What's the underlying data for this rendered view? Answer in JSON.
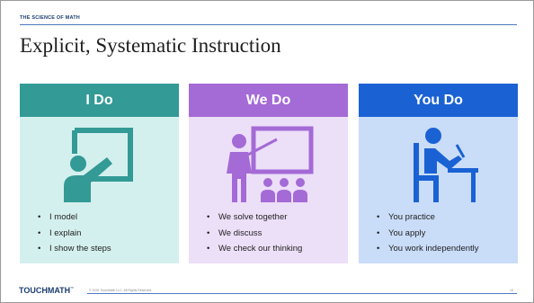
{
  "header": {
    "kicker": "THE SCIENCE OF MATH",
    "title": "Explicit, Systematic Instruction"
  },
  "panels": [
    {
      "heading": "I Do",
      "icon": "teacher-at-board-icon",
      "header_color": "#339a96",
      "body_color": "#d4f0ee",
      "icon_color": "#339a96",
      "items": [
        "I model",
        "I explain",
        "I show the steps"
      ]
    },
    {
      "heading": "We Do",
      "icon": "teacher-with-students-icon",
      "header_color": "#a46ad6",
      "body_color": "#ecdff8",
      "icon_color": "#a46ad6",
      "items": [
        "We solve together",
        "We discuss",
        "We check our thinking"
      ]
    },
    {
      "heading": "You Do",
      "icon": "student-at-desk-icon",
      "header_color": "#1a62d4",
      "body_color": "#c9dcf8",
      "icon_color": "#1a62d4",
      "items": [
        "You practice",
        "You apply",
        "You work independently"
      ]
    }
  ],
  "footer": {
    "logo": "TOUCHMATH",
    "trademark": "™",
    "copyright": "© 2025 TouchMath LLC. All Rights Reserved.",
    "page_number": "15"
  }
}
